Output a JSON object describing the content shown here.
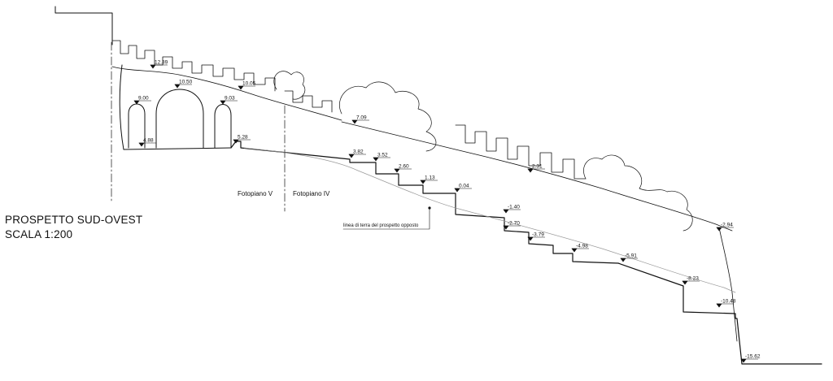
{
  "title": {
    "line1": "PROSPETTO SUD-OVEST",
    "line2": "SCALA 1:200"
  },
  "labels": {
    "fotopiano_v": "Fotopiano V",
    "fotopiano_iv": "Fotopiano IV",
    "ground_line_note": "linea di terra del prospetto opposto"
  },
  "levels": [
    "12.39",
    "10.50",
    "10.05",
    "9.00",
    "9.03",
    "7.09",
    "4.88",
    "5.28",
    "3.82",
    "3.52",
    "2.60",
    "2.31",
    "1.13",
    "0.04",
    "-1.40",
    "-2.70",
    "-3.79",
    "-4.98",
    "-5.91",
    "-8.23",
    "-10.48",
    "-2.94",
    "-15.62"
  ],
  "colors": {
    "ink": "#111111",
    "ground_line": "#9a9a9a",
    "background": "#ffffff"
  }
}
